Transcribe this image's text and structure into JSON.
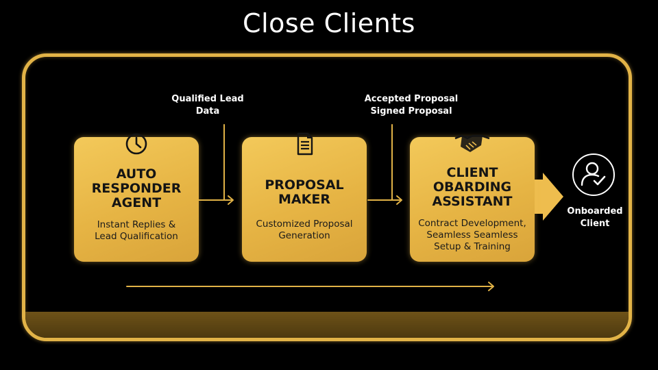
{
  "title": "Close Clients",
  "colors": {
    "background": "#000000",
    "gold": "#e2b347",
    "card_gold": "#eebd4e",
    "text_dark": "#141414",
    "text_light": "#ffffff"
  },
  "steps": [
    {
      "icon": "clock-icon",
      "name": "AUTO\nRESPONDER\nAGENT",
      "description": "Instant Replies &\nLead Qualification"
    },
    {
      "icon": "document-icon",
      "name": "PROPOSAL\nMAKER",
      "description": "Customized Proposal\nGeneration"
    },
    {
      "icon": "handshake-icon",
      "name": "CLIENT\nOBARDING\nASSISTANT",
      "description": "Contract Development,\nSeamless Seamless\nSetup & Training"
    }
  ],
  "connectors": [
    {
      "label": "Qualified Lead\nData"
    },
    {
      "label": "Accepted Proposal\nSigned Proposal"
    }
  ],
  "output": {
    "icon": "onboarded-user-icon",
    "label": "Onboarded\nClient"
  }
}
